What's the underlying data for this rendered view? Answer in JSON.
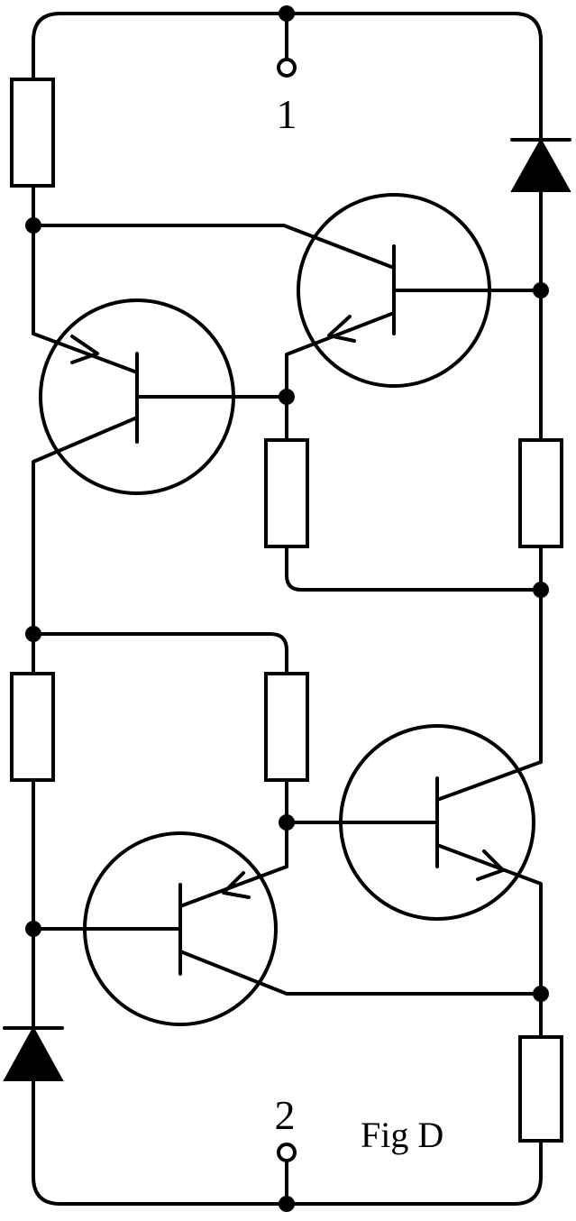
{
  "diagram": {
    "terminal_1_label": "1",
    "terminal_2_label": "2",
    "caption": "Fig D"
  },
  "colors": {
    "line": "#000000",
    "background": "#ffffff"
  }
}
